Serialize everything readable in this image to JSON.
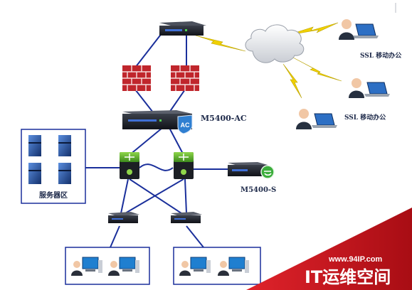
{
  "labels": {
    "ssl_office_top": "SSL 移动办公",
    "ssl_office_bottom": "SSL 移动办公",
    "ac_device": "M5400-AC",
    "ac_badge": "AC",
    "s_device": "M5400-S",
    "server_zone": "服务器区"
  },
  "watermark": {
    "url": "www.94IP.com",
    "brand": "IT运维空间"
  },
  "colors": {
    "link_lines": "#1a2f9b",
    "wan_bolts": "#f0d000",
    "firewall": "#c0262c",
    "switch_green": "#4fa82a",
    "watermark_red": "#c8141c"
  }
}
